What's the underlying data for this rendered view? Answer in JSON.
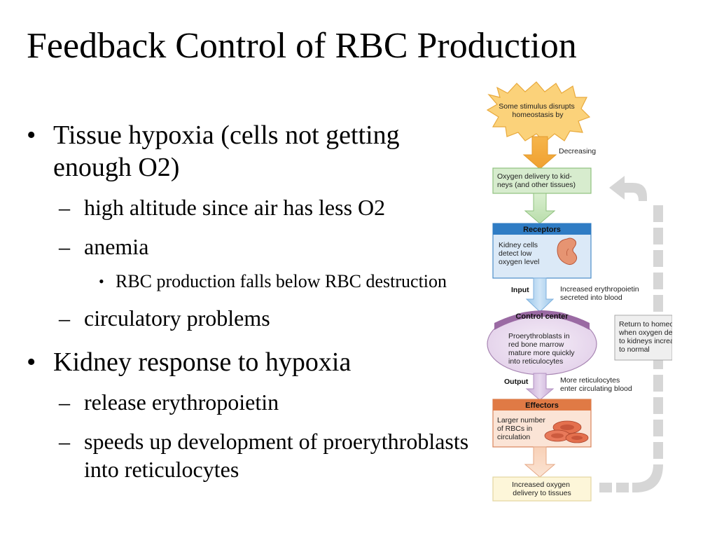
{
  "slide": {
    "title": "Feedback Control of RBC Production",
    "bullets": [
      {
        "text": "Tissue hypoxia (cells not getting enough O2)"
      },
      {
        "text": "high altitude since air has less O2"
      },
      {
        "text": "anemia"
      },
      {
        "text": "RBC production falls below RBC destruction"
      },
      {
        "text": "circulatory problems"
      },
      {
        "text": "Kidney response to hypoxia"
      },
      {
        "text": "release erythropoietin"
      },
      {
        "text": "speeds up development of proerythroblasts into reticulocytes"
      }
    ],
    "glyphs": {
      "bullet": "•",
      "dash": "–"
    }
  },
  "diagram": {
    "stimulus": [
      "Some stimulus disrupts",
      "homeostasis by"
    ],
    "decreasing": "Decreasing",
    "variable": [
      "Oxygen delivery to kid-",
      "neys (and other tissues)"
    ],
    "receptors": {
      "header": "Receptors",
      "body": [
        "Kidney cells",
        "detect low",
        "oxygen level"
      ]
    },
    "input": {
      "label": "Input",
      "text": [
        "Increased erythropoietin",
        "secreted into blood"
      ]
    },
    "control_center": {
      "header": "Control center",
      "body": [
        "Proerythroblasts in",
        "red bone marrow",
        "mature more quickly",
        "into reticulocytes"
      ]
    },
    "output": {
      "label": "Output",
      "text": [
        "More reticulocytes",
        "enter circulating blood"
      ]
    },
    "effectors": {
      "header": "Effectors",
      "body": [
        "Larger number",
        "of RBCs in",
        "circulation"
      ]
    },
    "result": [
      "Increased oxygen",
      "delivery to tissues"
    ],
    "return": [
      "Return to homeostasis",
      "when oxygen delivery",
      "to kidneys increases",
      "to normal"
    ],
    "colors": {
      "receptors_header": "#2f7cc4",
      "control_header": "#9a6aa3",
      "effectors_header": "#e07a45",
      "variable_fill": "#cfe8c4",
      "stimulus_fill": "#fbd27a"
    }
  }
}
